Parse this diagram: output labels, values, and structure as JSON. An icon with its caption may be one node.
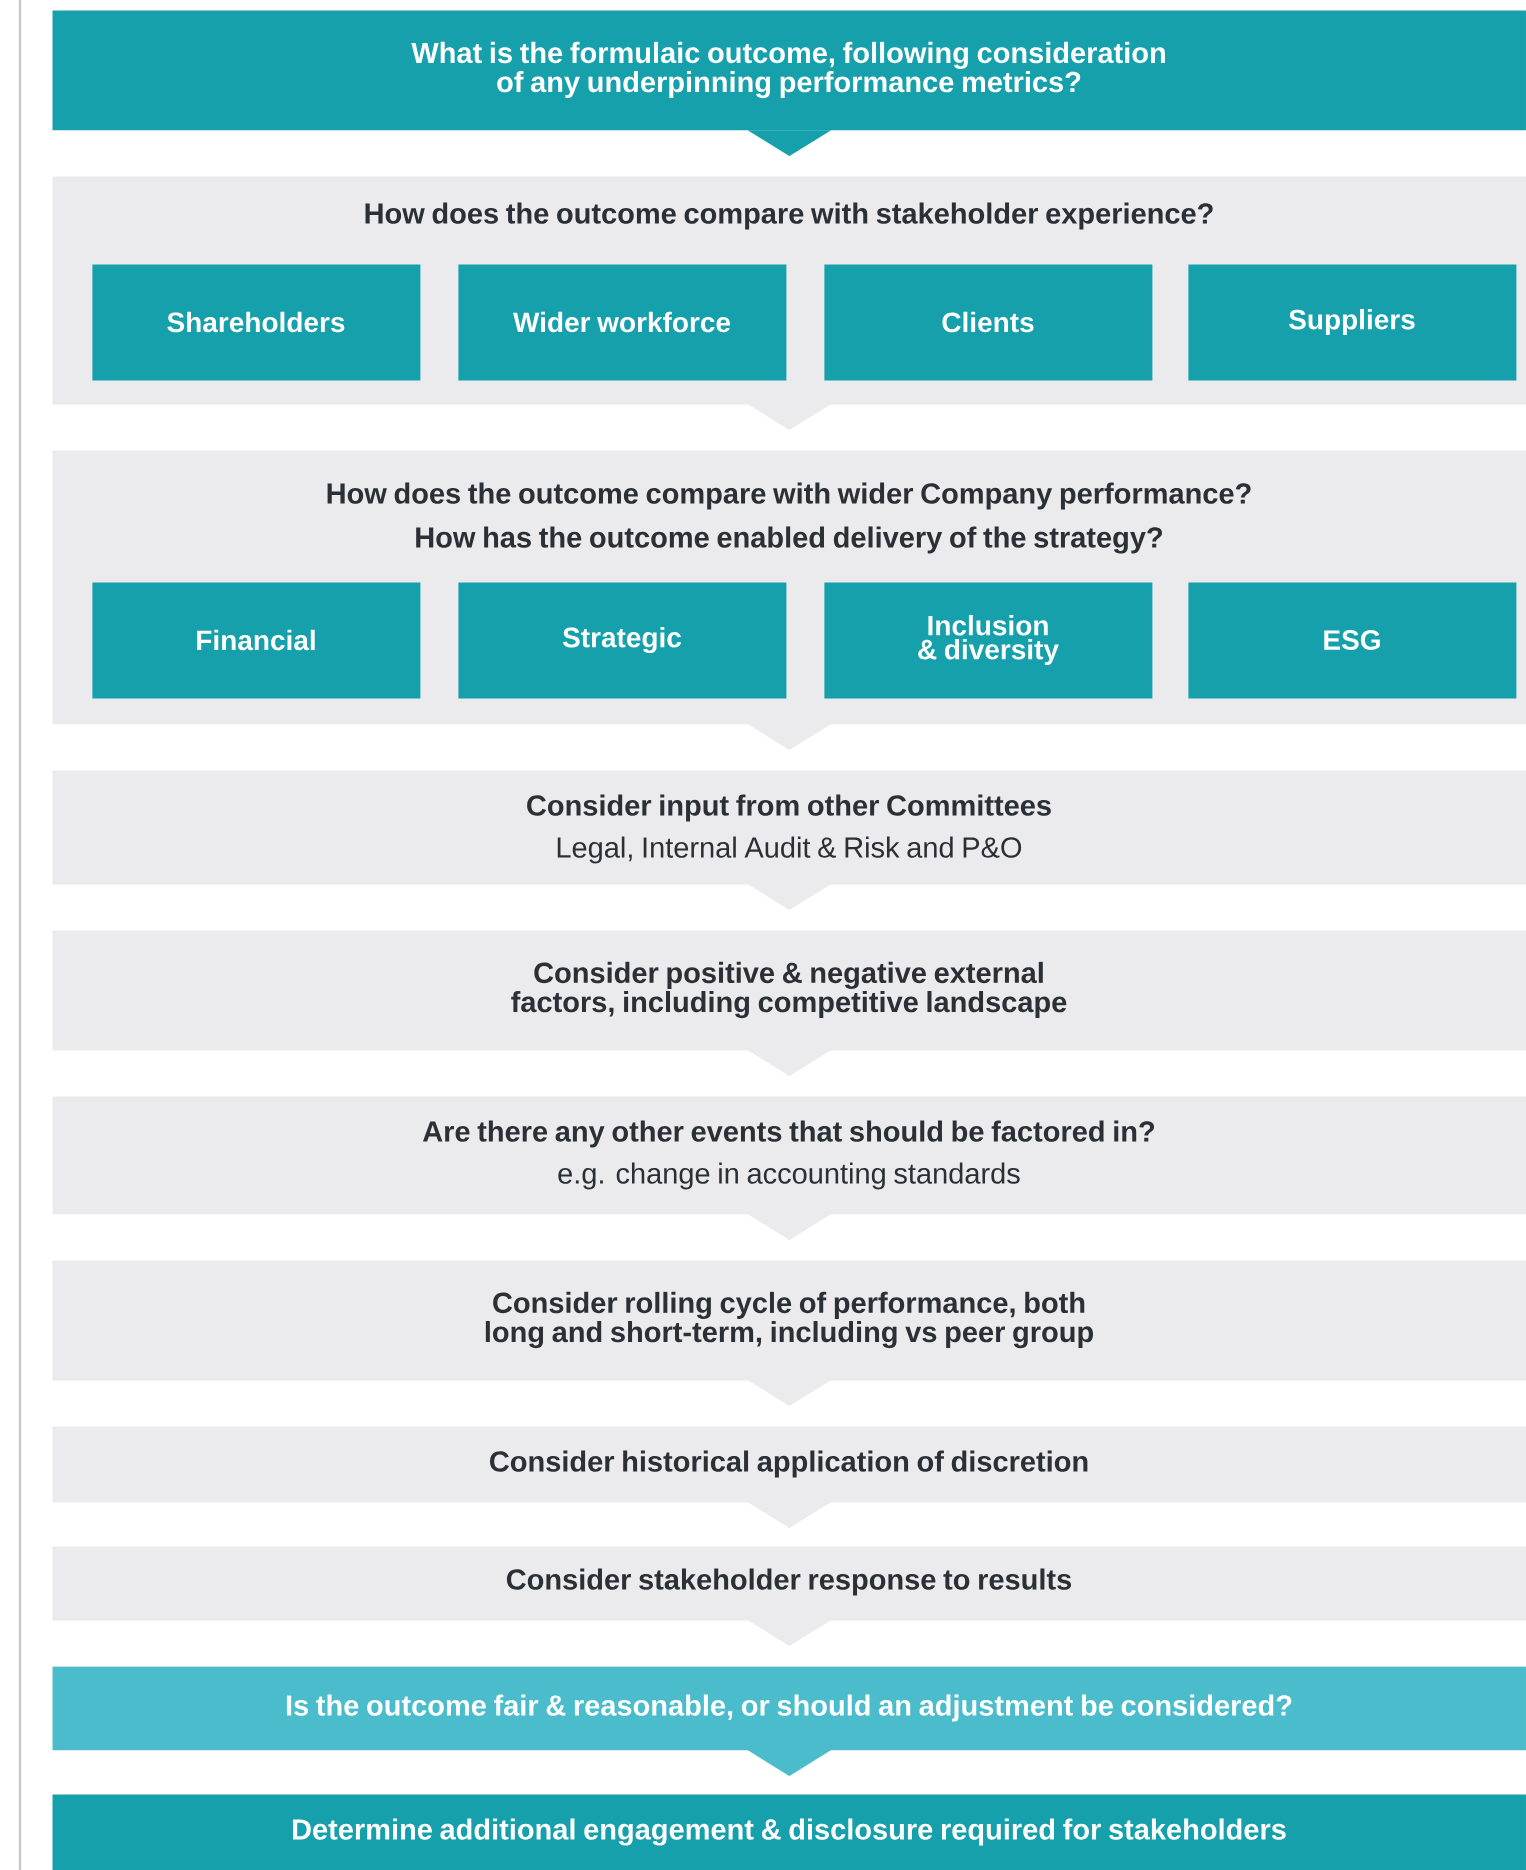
{
  "diagram": {
    "nodes": [
      {
        "text": [
          "What is the formulaic outcome, following consideration of any underpinning performance metrics?"
        ]
      },
      {
        "text": [
          "How does the outcome compare with stakeholder experience?"
        ]
      },
      {
        "text": [
          "Shareholders"
        ],
        "in": 1
      },
      {
        "text": [
          "Wider workforce"
        ],
        "in": 1
      },
      {
        "text": [
          "Clients"
        ],
        "in": 1
      },
      {
        "text": [
          "Suppliers"
        ],
        "in": 1
      },
      {
        "text": [
          "How does the outcome compare with wider Company performance?",
          "How has the outcome enabled delivery of the strategy?"
        ]
      },
      {
        "text": [
          "Financial"
        ],
        "in": 6
      },
      {
        "text": [
          "Strategic"
        ],
        "in": 6
      },
      {
        "text": [
          "Inclusion & diversity"
        ],
        "in": 6
      },
      {
        "text": [
          "ESG"
        ],
        "in": 6
      },
      {
        "text": [
          "Consider input from other Committees",
          "Legal, Internal Audit & Risk and P&O"
        ]
      },
      {
        "text": [
          "Consider positive & negative external factors, including competitive landscape"
        ]
      },
      {
        "text": [
          "Are there any other events that should be factored in?",
          "e.g. change in accounting standards"
        ]
      },
      {
        "text": [
          "Consider rolling cycle of performance, both long and short-term, including vs peer group"
        ]
      },
      {
        "text": [
          "Consider historical application of discretion"
        ]
      },
      {
        "text": [
          "Consider stakeholder response to results"
        ]
      },
      {
        "text": [
          "Is the outcome fair & reasonable, or should an adjustment be considered?"
        ]
      },
      {
        "text": [
          "Determine additional engagement & disclosure required for stakeholders"
        ]
      }
    ],
    "edges": [
      {
        "from": 0,
        "to": 1,
        "arrow": "to",
        "color": "#16a0ab"
      },
      {
        "from": 1,
        "to": 6,
        "arrow": "to"
      },
      {
        "from": 6,
        "to": 11,
        "arrow": "to"
      },
      {
        "from": 11,
        "to": 12,
        "arrow": "to"
      },
      {
        "from": 12,
        "to": 13,
        "arrow": "to"
      },
      {
        "from": 13,
        "to": 14,
        "arrow": "to"
      },
      {
        "from": 14,
        "to": 15,
        "arrow": "to"
      },
      {
        "from": 15,
        "to": 16,
        "arrow": "to"
      },
      {
        "from": 16,
        "to": 17,
        "arrow": "to"
      },
      {
        "from": 17,
        "to": 18,
        "arrow": "to",
        "color": "#4bbccb"
      }
    ]
  }
}
